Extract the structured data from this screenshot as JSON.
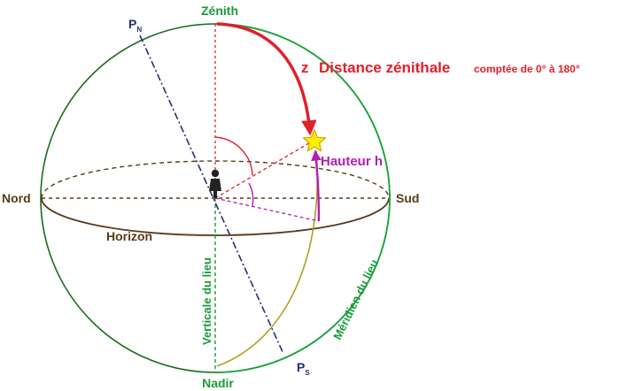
{
  "labels": {
    "zenith": "Zénith",
    "nadir": "Nadir",
    "north": "Nord",
    "south": "Sud",
    "horizon": "Horizon",
    "pole_north": "P",
    "pole_north_sub": "N",
    "pole_south": "P",
    "pole_south_sub": "S",
    "z_symbol": "z",
    "zenith_distance": "Distance zénithale",
    "zenith_distance_range": "comptée de 0° à 180°",
    "altitude": "Hauteur h",
    "vertical": "Verticale du lieu",
    "meridian": "Méridien du lieu"
  },
  "colors": {
    "sphere": "#1a6b1a",
    "horizon": "#5a3a1a",
    "zenith_line": "#e0202a",
    "vertical_line": "#1a9a3a",
    "polar_axis": "#2a2a7a",
    "meridian": "#1aa33a",
    "great_circle": "#b0a020",
    "altitude_arc": "#b020b0",
    "star_fill": "#ffee00",
    "star_stroke": "#e0a000",
    "label_green": "#1a9a3a",
    "label_brown": "#5a3a1a",
    "label_red": "#e0202a",
    "label_navy": "#2a2a7a",
    "label_magenta": "#b020b0"
  },
  "icons": {
    "observer": "person-icon",
    "star": "star-icon"
  }
}
